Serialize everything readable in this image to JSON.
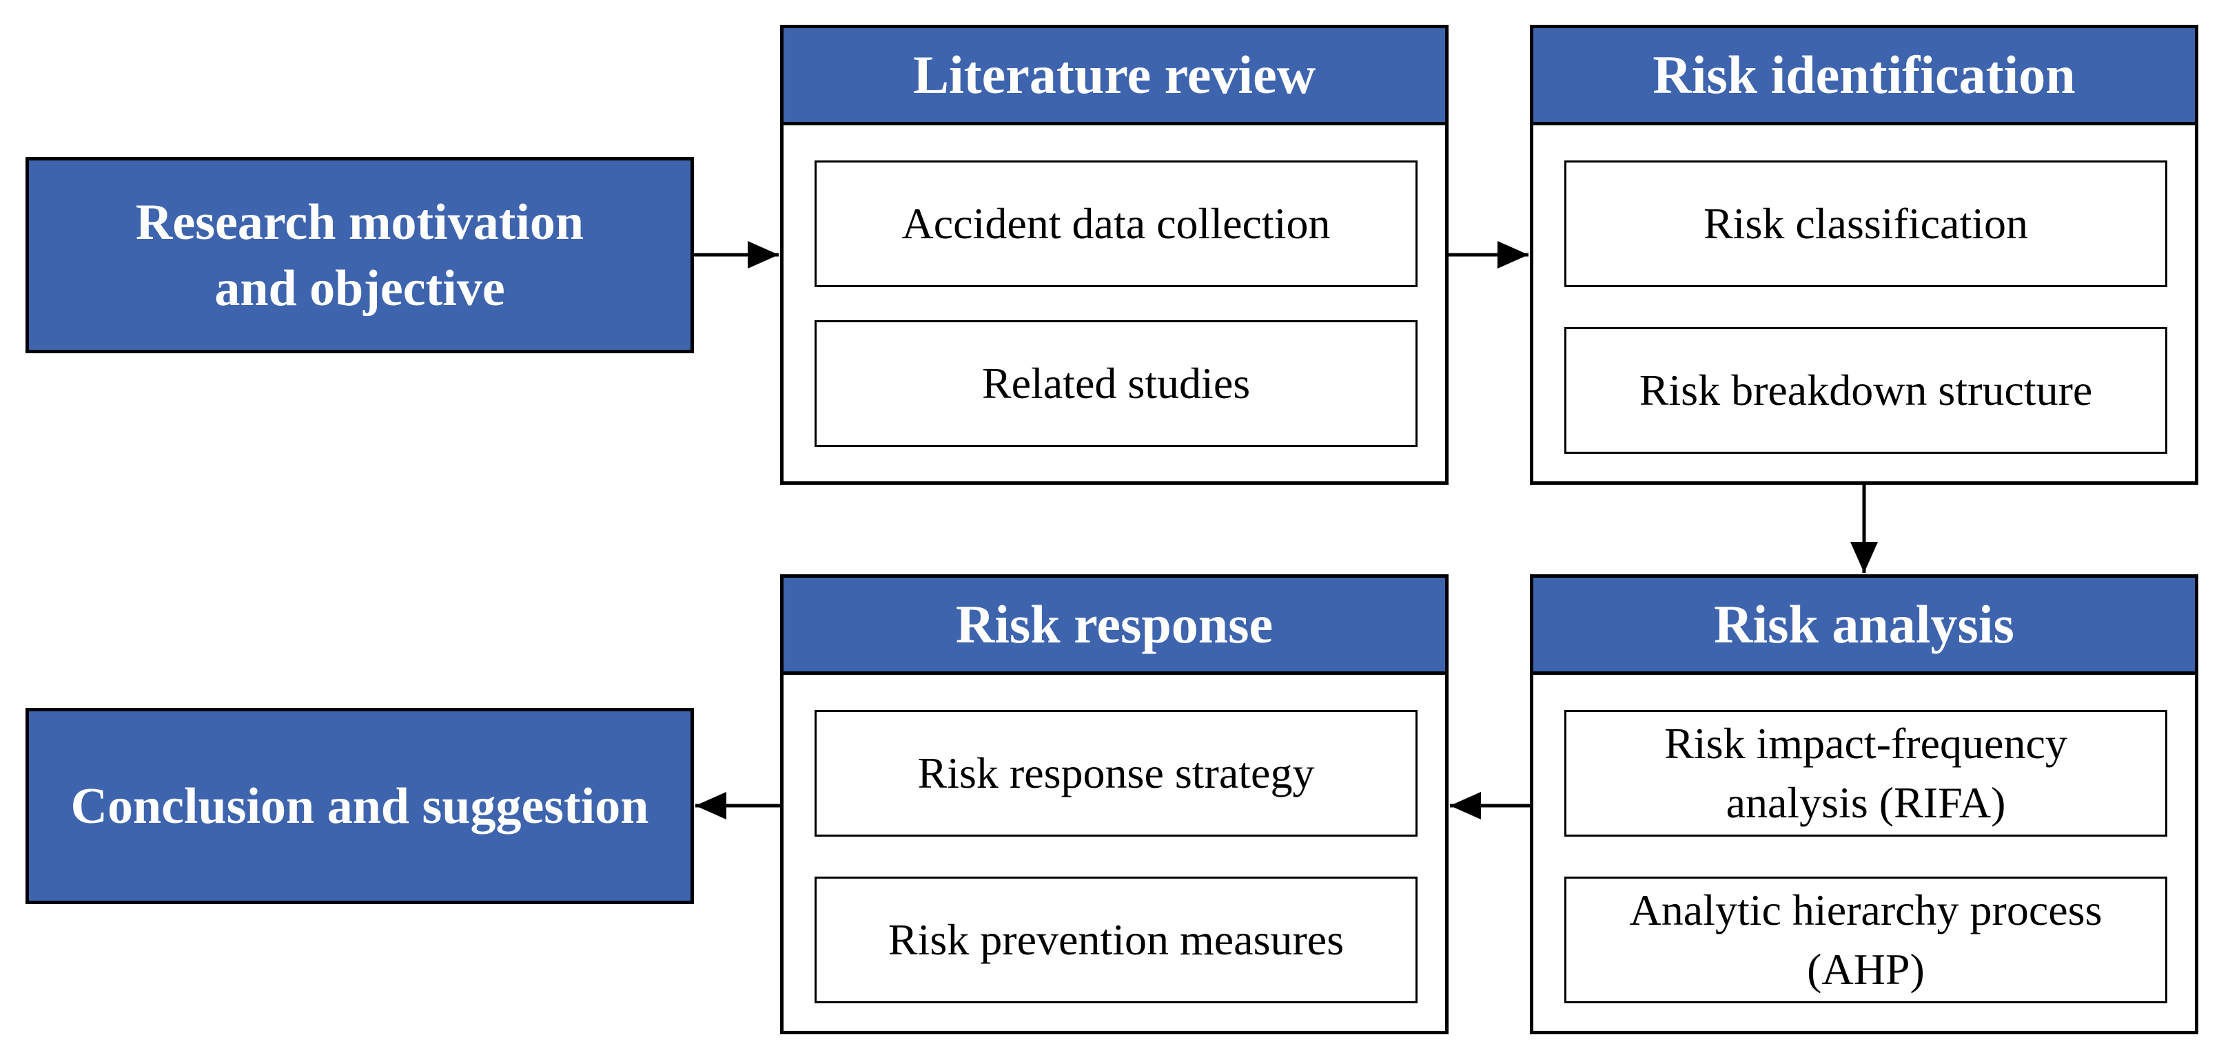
{
  "start_box": {
    "line1": "Research motivation",
    "line2": "and objective"
  },
  "stages": {
    "literature_review": {
      "title": "Literature review",
      "items": [
        "Accident data collection",
        "Related studies"
      ]
    },
    "risk_identification": {
      "title": "Risk identification",
      "items": [
        "Risk classification",
        "Risk breakdown structure"
      ]
    },
    "risk_analysis": {
      "title": "Risk analysis",
      "items": [
        {
          "line1": "Risk impact-frequency",
          "line2": "analysis (RIFA)"
        },
        {
          "line1": "Analytic hierarchy process",
          "line2": "(AHP)"
        }
      ]
    },
    "risk_response": {
      "title": "Risk response",
      "items": [
        "Risk response strategy",
        "Risk prevention measures"
      ]
    }
  },
  "end_box": {
    "label": "Conclusion and suggestion"
  },
  "colors": {
    "header_fill": "#3e64ae",
    "border": "#000000",
    "header_text": "#ffffff"
  }
}
